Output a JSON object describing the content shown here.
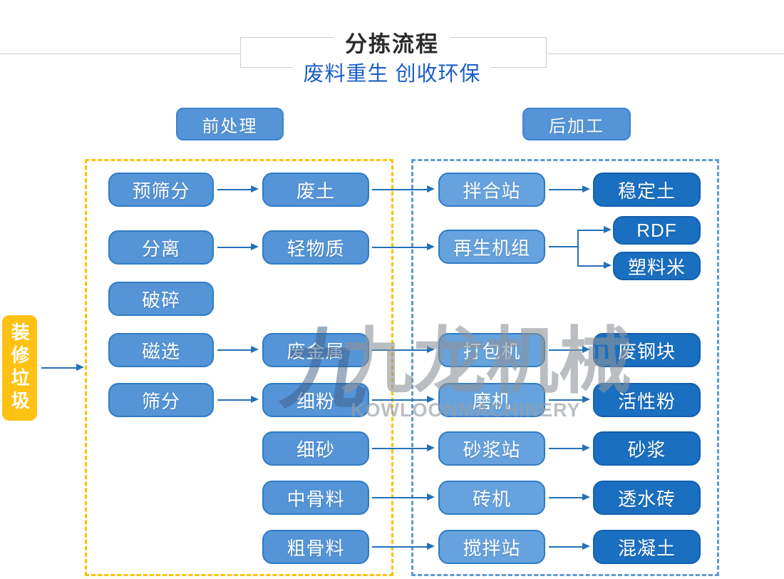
{
  "header": {
    "title": "分拣流程",
    "subtitle": "废料重生 创收环保"
  },
  "sections": {
    "pre": "前处理",
    "post": "后加工"
  },
  "source": {
    "label": "装修垃圾"
  },
  "nodes": {
    "col1": [
      "预筛分",
      "分离",
      "破碎",
      "磁选",
      "筛分"
    ],
    "col2": [
      "废土",
      "轻物质",
      "废金属",
      "细粉",
      "细砂",
      "中骨料",
      "粗骨料"
    ],
    "col3": [
      "拌合站",
      "再生机组",
      "打包机",
      "磨机",
      "砂浆站",
      "砖机",
      "搅拌站"
    ],
    "col4": [
      "稳定土",
      "RDF",
      "塑料米",
      "废钢块",
      "活性粉",
      "砂浆",
      "透水砖",
      "混凝土"
    ]
  },
  "watermark": {
    "logo_glyph": "九",
    "cn": "九龙机械",
    "en": "KOWLOONMACHINERY"
  },
  "colors": {
    "accent_yellow": "#FFC000",
    "node_light_blue": "#5494D7",
    "node_mid_blue": "#66A2DD",
    "node_dark_blue": "#1A6FC0",
    "arrow_blue": "#2471B8",
    "dashed_blue": "#5B9BD5",
    "subtitle_blue": "#1B5FC8"
  }
}
